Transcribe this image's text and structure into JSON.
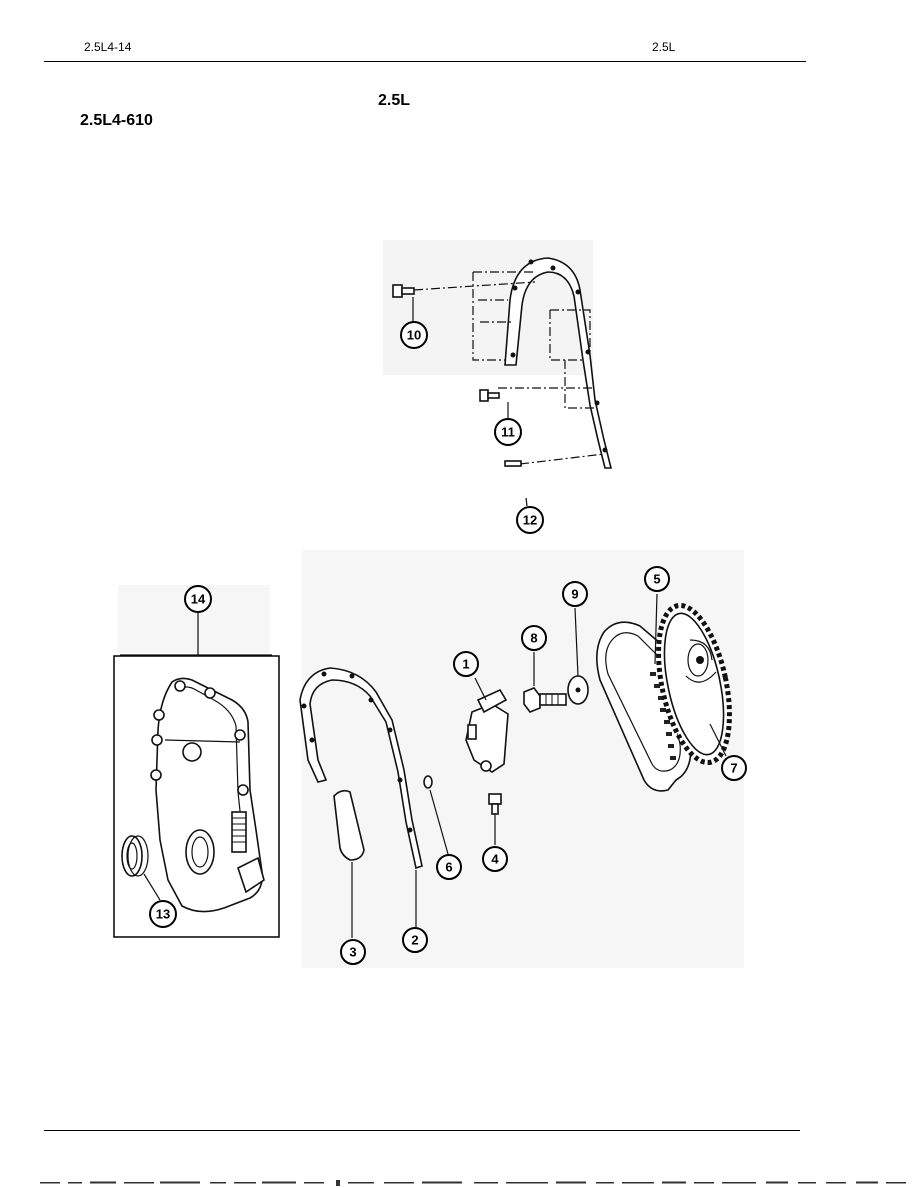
{
  "header": {
    "page_code": "2.5L4-14",
    "engine_label": "2.5L"
  },
  "section": {
    "title": "2.5L",
    "figure_id": "2.5L4-610"
  },
  "callouts": {
    "c1": "1",
    "c2": "2",
    "c3": "3",
    "c4": "4",
    "c5": "5",
    "c6": "6",
    "c7": "7",
    "c8": "8",
    "c9": "9",
    "c10": "10",
    "c11": "11",
    "c12": "12",
    "c13": "13",
    "c14": "14"
  }
}
